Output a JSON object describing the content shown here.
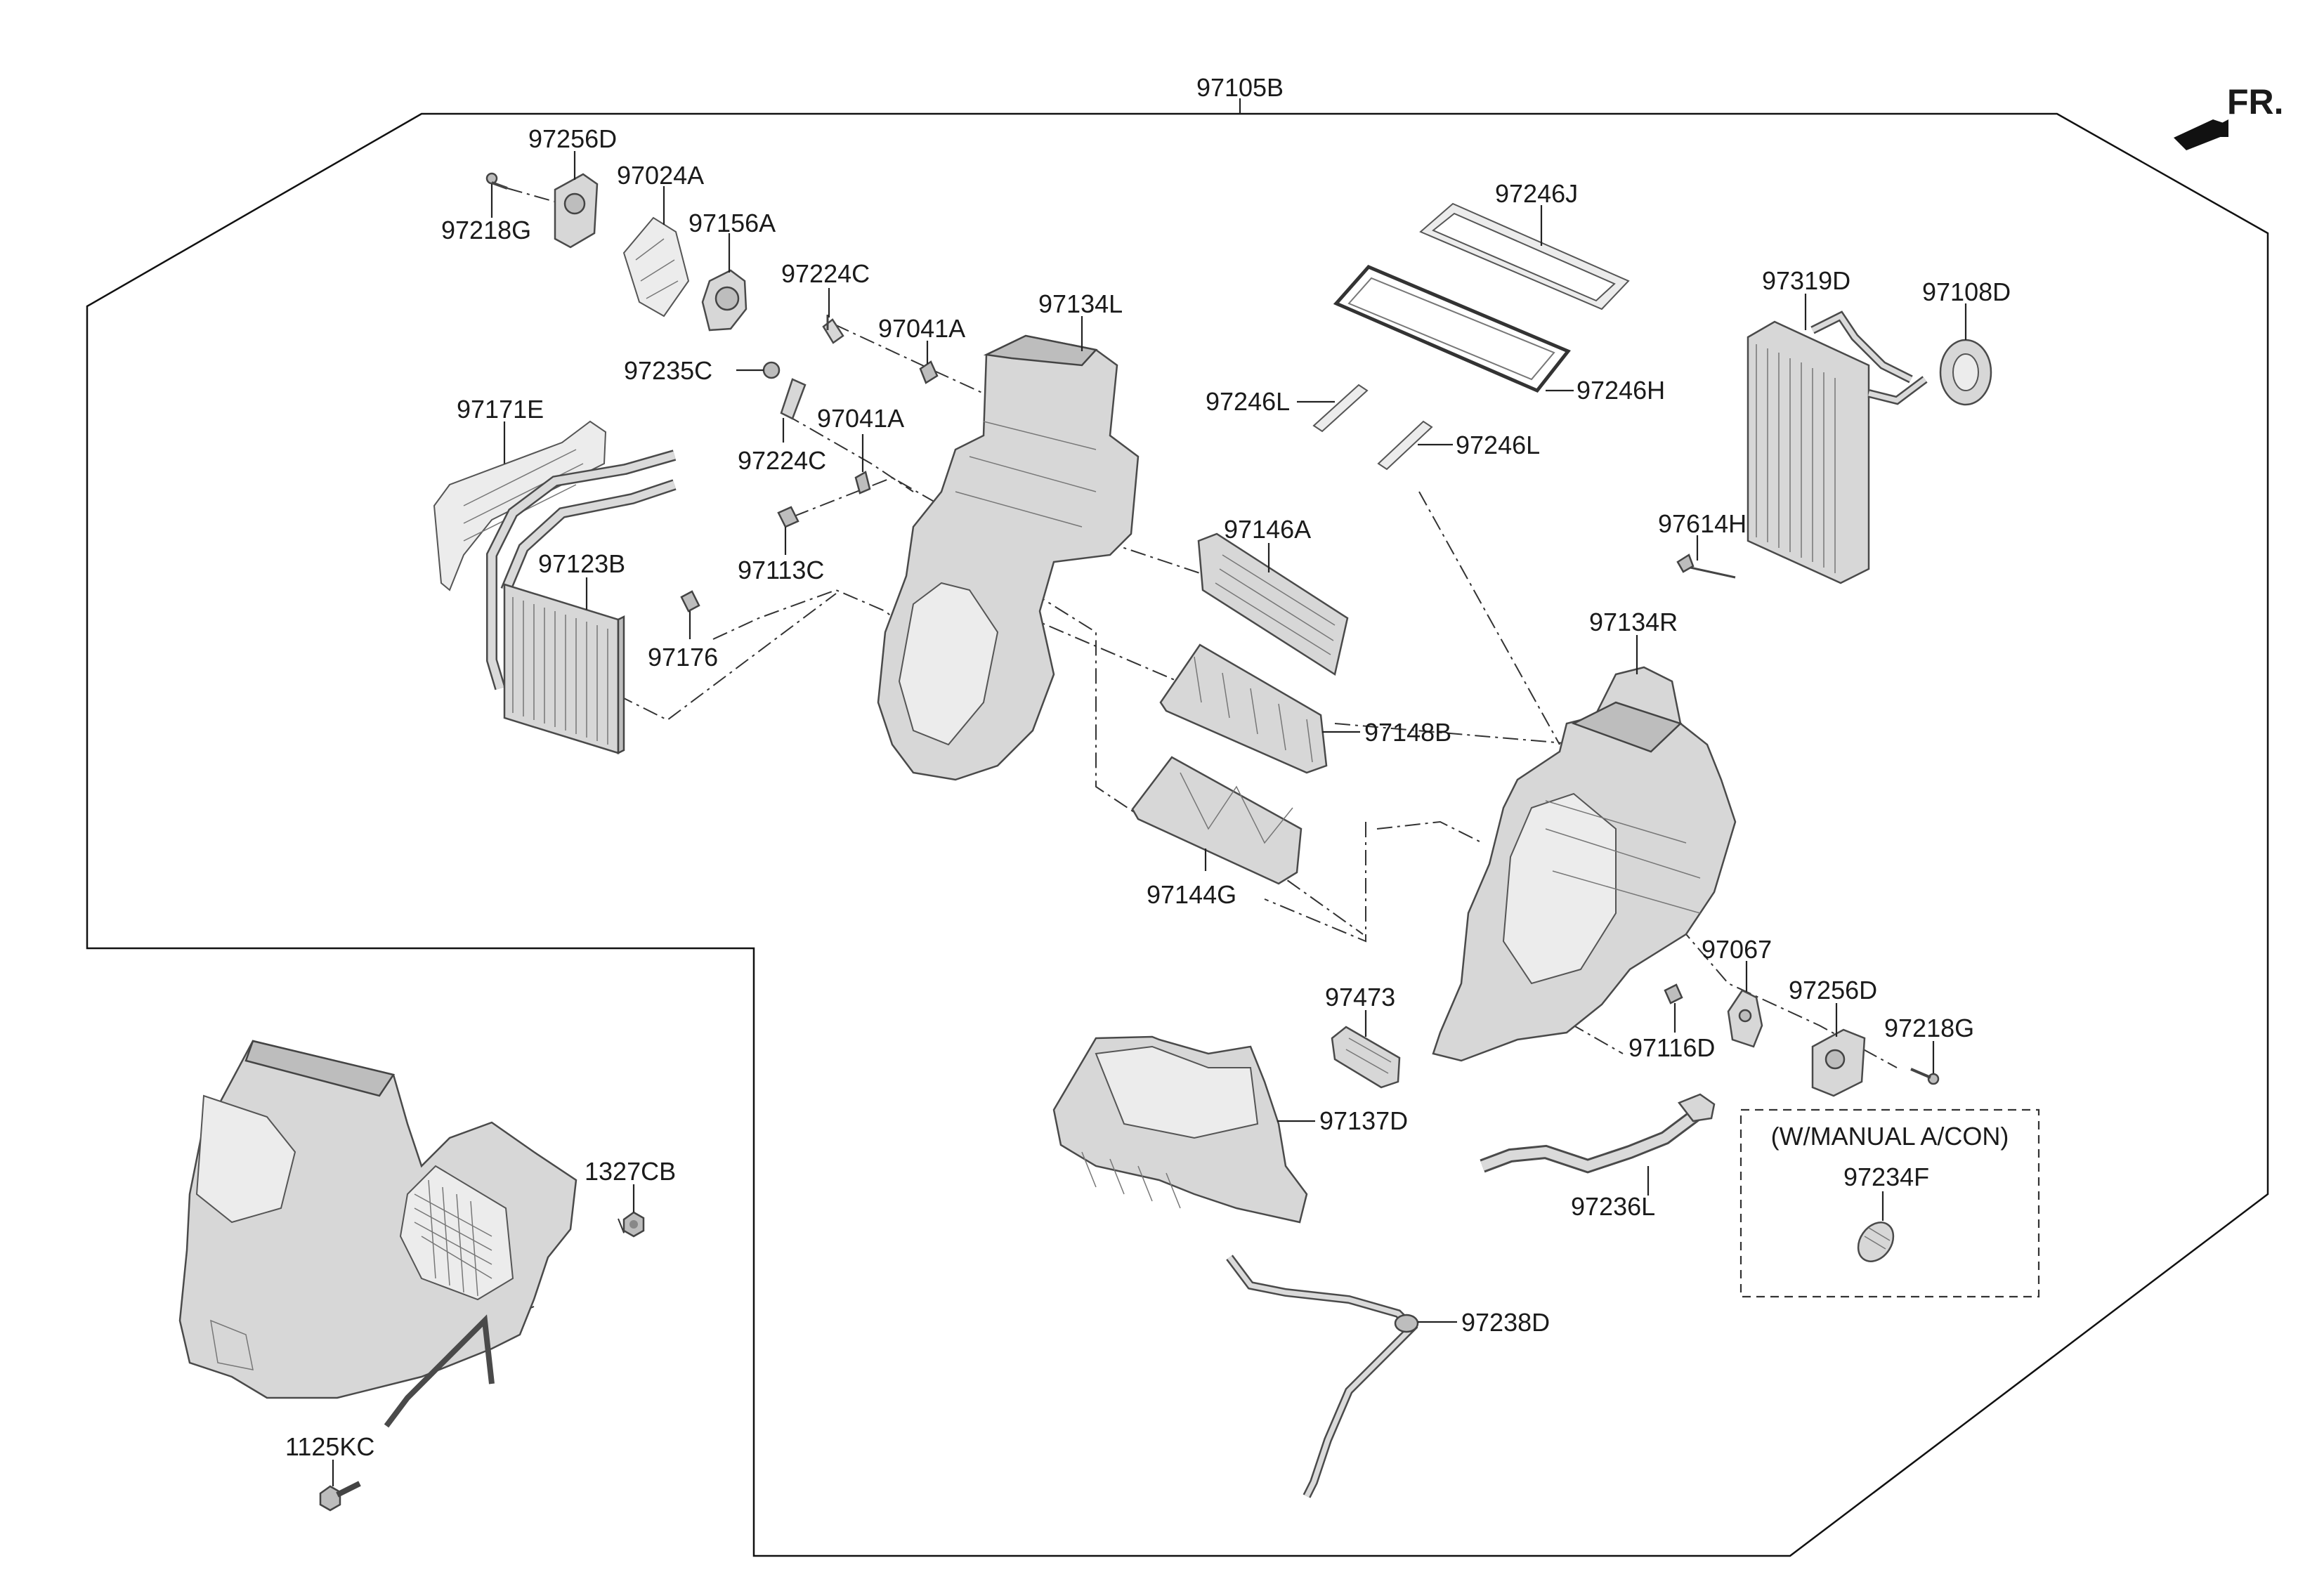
{
  "front_indicator": {
    "label": "FR."
  },
  "assembly_label": "97105B",
  "option_box": {
    "title": "(W/MANUAL A/CON)",
    "part": "97234F"
  },
  "parts": {
    "p97256D_top": "97256D",
    "p97024A": "97024A",
    "p97218G_top": "97218G",
    "p97156A": "97156A",
    "p97224C_top": "97224C",
    "p97041A_top": "97041A",
    "p97134L": "97134L",
    "p97235C": "97235C",
    "p97041A_mid": "97041A",
    "p97171E": "97171E",
    "p97224C_mid": "97224C",
    "p97113C": "97113C",
    "p97123B": "97123B",
    "p97176": "97176",
    "p97246J": "97246J",
    "p97246H": "97246H",
    "p97246L_left": "97246L",
    "p97246L_right": "97246L",
    "p97146A": "97146A",
    "p97148B": "97148B",
    "p97144G": "97144G",
    "p97319D": "97319D",
    "p97108D": "97108D",
    "p97614H": "97614H",
    "p97134R": "97134R",
    "p97067": "97067",
    "p97256D_bottom": "97256D",
    "p97218G_bottom": "97218G",
    "p97116D": "97116D",
    "p97473": "97473",
    "p97137D": "97137D",
    "p97236L": "97236L",
    "p97238D": "97238D",
    "p1327CB": "1327CB",
    "p1125KC": "1125KC"
  }
}
